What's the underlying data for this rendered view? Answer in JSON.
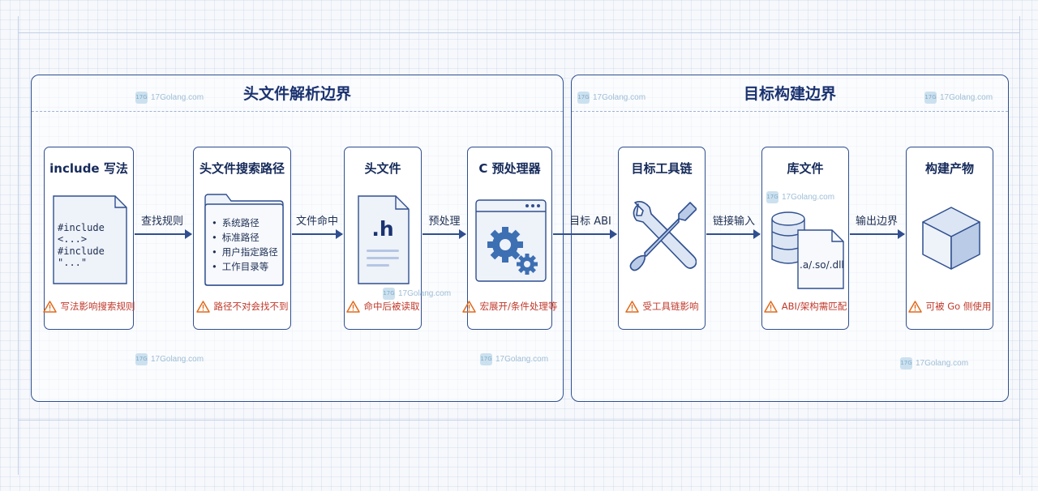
{
  "regions": {
    "left_title": "头文件解析边界",
    "right_title": "目标构建边界"
  },
  "cards": [
    {
      "title": "include 写法",
      "lines": [
        "#include <...>",
        "#include \"...\""
      ],
      "warning": "写法影响搜索规则"
    },
    {
      "title": "头文件搜索路径",
      "items": [
        "系统路径",
        "标准路径",
        "用户指定路径",
        "工作目录等"
      ],
      "warning": "路径不对会找不到"
    },
    {
      "title": "头文件",
      "file_ext": ".h",
      "warning": "命中后被读取"
    },
    {
      "title": "C 预处理器",
      "warning": "宏展开/条件处理等"
    },
    {
      "title": "目标工具链",
      "warning": "受工具链影响"
    },
    {
      "title": "库文件",
      "file_ext": ".a/.so/.dll",
      "warning": "ABI/架构需匹配"
    },
    {
      "title": "构建产物",
      "warning": "可被 Go 侧使用"
    }
  ],
  "arrows": [
    "查找规则",
    "文件命中",
    "预处理",
    "目标 ABI",
    "链接输入",
    "输出边界"
  ],
  "watermark": "17Golang.com",
  "colors": {
    "primary": "#2f4f8f",
    "warning": "#e06a1b",
    "accent": "#3d6fb3"
  }
}
